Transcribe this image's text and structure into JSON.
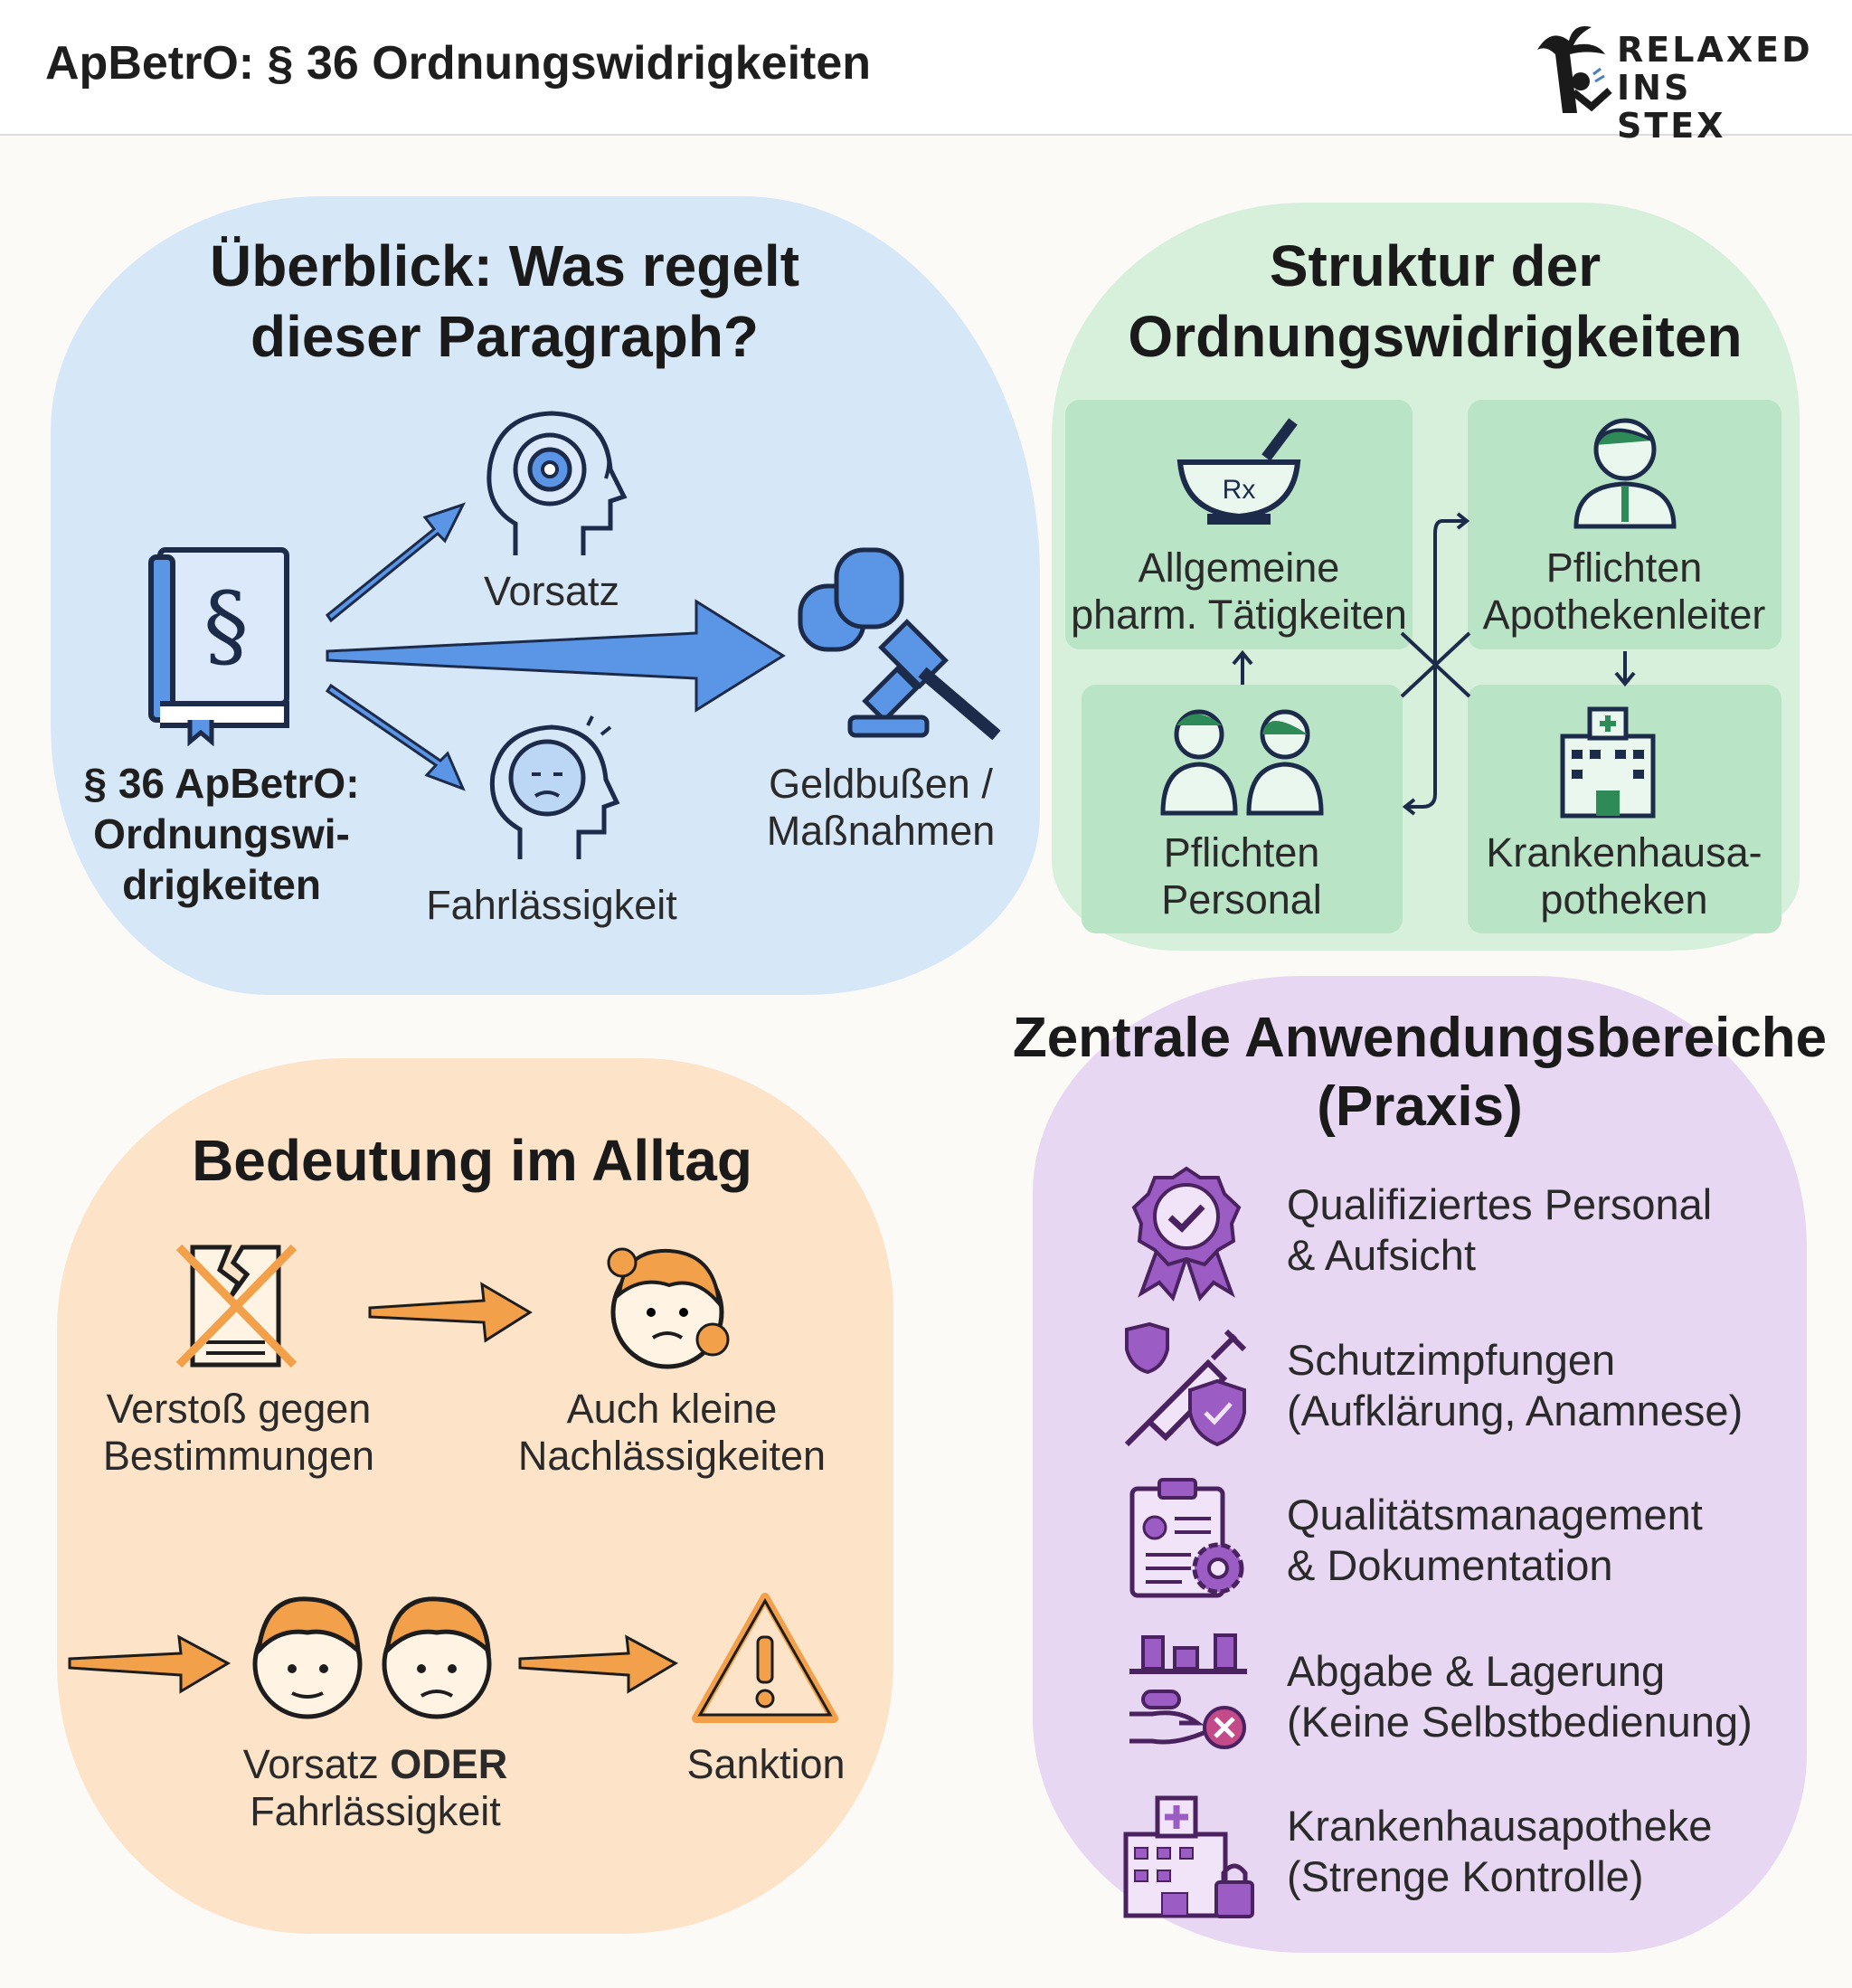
{
  "header": {
    "title": "ApBetrO: § 36 Ordnungswidrigkeiten",
    "logo_text": [
      "RELAXED",
      "INS STEX"
    ]
  },
  "overview": {
    "title": [
      "Überblick: Was regelt",
      "dieser Paragraph?"
    ],
    "book_symbol": "§",
    "book_label": [
      "§ 36 ApBetrO:",
      "Ordnungswi-",
      "drigkeiten"
    ],
    "intent": "Vorsatz",
    "negligence": "Fahrlässigkeit",
    "result": [
      "Geldbußen /",
      "Maßnahmen"
    ]
  },
  "structure": {
    "title": [
      "Struktur der",
      "Ordnungswidrigkeiten"
    ],
    "boxes": [
      {
        "label": [
          "Allgemeine",
          "pharm. Tätigkeiten"
        ],
        "icon": "mortar-pestle-icon",
        "rx": "Rx"
      },
      {
        "label": [
          "Pflichten",
          "Apothekenleiter"
        ],
        "icon": "pharmacist-icon"
      },
      {
        "label": [
          "Pflichten",
          "Personal"
        ],
        "icon": "staff-icon"
      },
      {
        "label": [
          "Krankenhausa-",
          "potheken"
        ],
        "icon": "hospital-icon"
      }
    ]
  },
  "everyday": {
    "title": "Bedeutung im Alltag",
    "violation": [
      "Verstoß gegen",
      "Bestimmungen"
    ],
    "small": [
      "Auch kleine",
      "Nachlässigkeiten"
    ],
    "either_a": "Vorsatz ",
    "either_b": "ODER",
    "either_c": "Fahrlässigkeit",
    "sanction": "Sanktion"
  },
  "practice": {
    "title": [
      "Zentrale Anwendungsbereiche",
      "(Praxis)"
    ],
    "items": [
      {
        "lines": [
          "Qualifiziertes Personal",
          "& Aufsicht"
        ],
        "icon": "badge-check-icon"
      },
      {
        "lines": [
          "Schutzimpfungen",
          "(Aufklärung, Anamnese)"
        ],
        "icon": "syringe-shield-icon"
      },
      {
        "lines": [
          "Qualitätsmanagement",
          "& Dokumentation"
        ],
        "icon": "clipboard-gear-icon"
      },
      {
        "lines": [
          "Abgabe & Lagerung",
          "(Keine Selbstbedienung)"
        ],
        "icon": "shelf-hand-icon"
      },
      {
        "lines": [
          "Krankenhausapotheke",
          "(Strenge Kontrolle)"
        ],
        "icon": "hospital-lock-icon"
      }
    ]
  },
  "colors": {
    "blue": "#d6e7f8",
    "green": "#d7f0dc",
    "orange": "#fde3c8",
    "purple": "#e8d7f2",
    "arrow_blue": "#5b95e6",
    "arrow_orange": "#f3a04a",
    "purple_icon": "#7a3f9a"
  }
}
